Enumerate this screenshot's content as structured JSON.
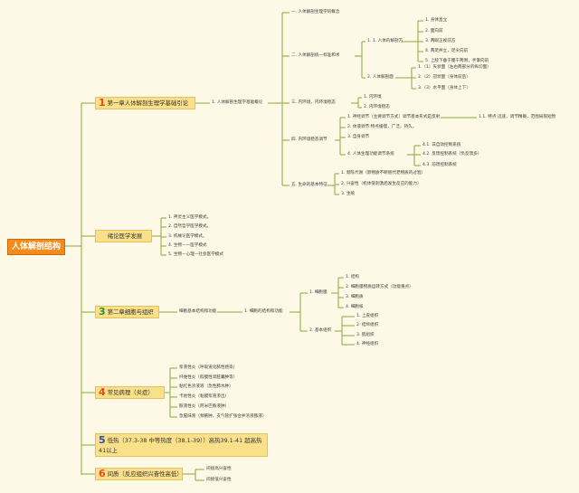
{
  "root": "人体解剖结构",
  "ch1": {
    "num": "1",
    "label": "第一章人体解剖生理学基础引论",
    "sub": "1. 人体解剖生理学基础概论",
    "items": {
      "a": "一. 人体解剖生理学的概念",
      "b": "二. 人体解剖统一标准和术",
      "b1": "1. 1. 人体的解剖方",
      "b1_items": [
        "1. 身体直立",
        "2. 面向前",
        "3. 两眼正视前方",
        "4. 两足并立，足尖向前",
        "5. 上肢下垂于躯干两侧，手掌向前"
      ],
      "b2": "2. 人体解剖面",
      "b2_items": [
        "1.（1）矢状面（左右两部分的纵切面）",
        "2.（2）冠状面（身体前后）",
        "3.（3）水平面（身体上下）"
      ],
      "c": "三. 内环境，内环境稳态",
      "c_items": [
        "1. 内环境",
        "2. 内环境稳态"
      ],
      "d": "四. 内环境稳态调节",
      "d1": "1. 神经调节（主要调节方式）调节基本形式是反射",
      "d1_note": "1.1. 特点:迅速，调节精确，范围局限短暂",
      "d2": "2. 体液调节:特点缓慢，广泛，持久。",
      "d3": "3. 自身调节",
      "d4": "4. 人体生理功能调节系统",
      "d4_items": [
        "4.1. 非自动控制系统",
        "4.2. 反馈控制系统（负反馈多）",
        "4.3. 前馈控制系统"
      ],
      "e": "五. 生命的基本特征",
      "e_items": [
        "1. 新陈代谢（新物质不断替代老物质的过程）",
        "2. 兴奋性（机体受刺激后发生反应的能力）",
        "3. 生殖"
      ]
    }
  },
  "ch2": {
    "label": "绪论医学发展",
    "items": [
      "1. 神灵主义医学模式。",
      "2. 自然哲学医学模式。",
      "3. 机械论医学模式。",
      "4. 生物——医学模式",
      "5. 生物—心理—社会医学模式"
    ]
  },
  "ch3": {
    "num": "3",
    "label": "第二章细胞与组织",
    "sub": "细胞基本结构和功能",
    "sub2": "1. 细胞的结构和功能",
    "g1": "1. 细胞膜",
    "g1_items": [
      "1. 结构",
      "2. 细胞膜物质运转方式（功能重点）",
      "3. 细胞质",
      "4. 细胞核"
    ],
    "g2": "2. 基本组织",
    "g2_items": [
      "1. 上皮组织",
      "2. 结缔组织",
      "3. 肌组织",
      "4. 神经组织"
    ]
  },
  "ch4": {
    "num": "4",
    "label": "常见病理（炎症）",
    "items": [
      "浆液性炎（呼吸道化脓性感染）",
      "纤维性炎（假膜性肾脏囊肿等）",
      "粘红色浓液液（急性肺水肿）",
      "卡他性炎（粘膜浆液渗出）",
      "脓液性炎（阿米巴脓液肿）",
      "急脑味液（颈腋肿，支气管扩张合并浓液脓液）"
    ]
  },
  "ch5": {
    "num": "5",
    "label": "低热（37.3-38 中等热度（38.1-39））高热39.1-41 超高热41以上"
  },
  "ch6": {
    "num": "6",
    "label": "间质（反应组织兴奋性高低）",
    "items": [
      "间接高兴奋性",
      "间接低兴奋性"
    ]
  },
  "colors": {
    "line": "#8aa83a",
    "root": "#f28c1e",
    "chapter": "#fbe08a",
    "num1": "#e8491d",
    "num3": "#2f8f3a",
    "num4": "#e8491d",
    "num5": "#2c4fa3",
    "num6": "#e8491d"
  }
}
